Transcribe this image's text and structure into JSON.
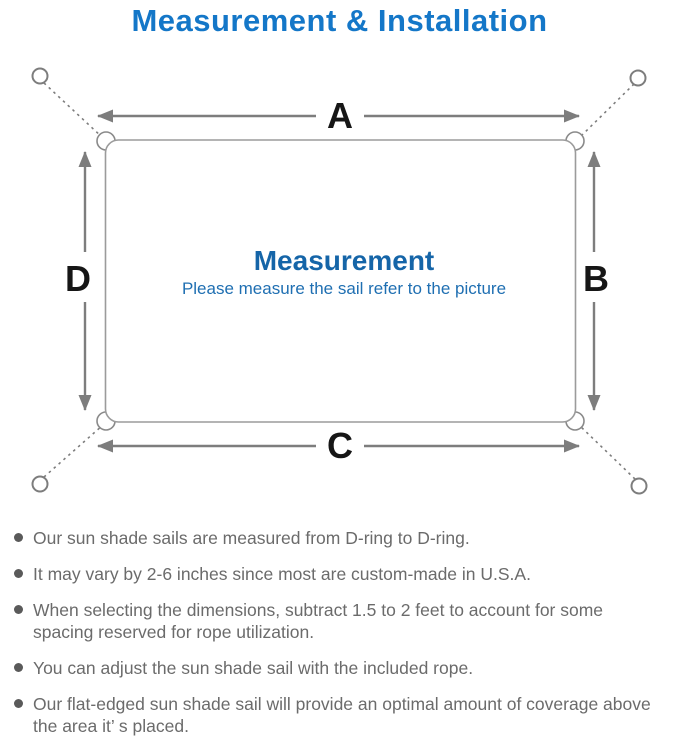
{
  "title": "Measurement & Installation",
  "diagram": {
    "label_a": "A",
    "label_b": "B",
    "label_c": "C",
    "label_d": "D",
    "center_title": "Measurement",
    "center_subtitle": "Please measure the sail refer to the picture"
  },
  "bullets": [
    "Our sun shade sails are measured from D-ring to D-ring.",
    "It may vary by 2-6 inches since most are custom-made in U.S.A.",
    "When selecting the dimensions, subtract 1.5 to 2 feet to account for some spacing reserved for rope utilization.",
    "You can adjust the sun shade sail with the included rope.",
    "Our flat-edged sun shade sail will provide an optimal amount of coverage above the area it’ s placed."
  ],
  "colors": {
    "title_blue": "#1477c8",
    "center_title_blue": "#1565a8",
    "center_subtitle_blue": "#1f6fb2",
    "diagram_line_gray": "#7d7d7d",
    "sail_outline_gray": "#9b9b9b",
    "bullet_text_gray": "#6b6b6b",
    "dimension_label_black": "#161616"
  }
}
